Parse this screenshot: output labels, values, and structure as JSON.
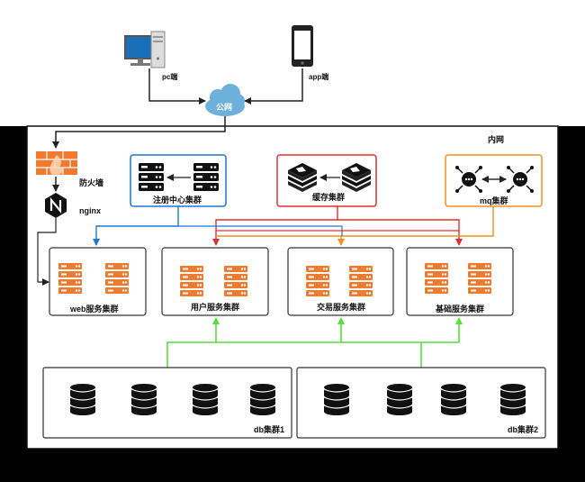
{
  "network": {
    "public_label": "公网",
    "internal_label": "内网",
    "pc_label": "pc端",
    "mobile_label": "app端",
    "firewall_label": "防火墙",
    "nginx_label": "nginx"
  },
  "clusters": {
    "registry": "注册中心集群",
    "cache": "缓存集群",
    "mq": "mq集群",
    "web": "web服务集群",
    "user": "用户服务集群",
    "trade": "交易服务集群",
    "base": "基础服务集群",
    "db1": "db集群1",
    "db2": "db集群2"
  },
  "colors": {
    "registry": "#1f77d0",
    "cache": "#e03030",
    "mq": "#f0901e",
    "db_link": "#55e03c",
    "server_orange": "#f07a30",
    "backdrop": "#000000",
    "frame": "#ffffff"
  },
  "icons": [
    "desktop-pc-icon",
    "mobile-phone-icon",
    "cloud-icon",
    "firewall-icon",
    "nginx-icon",
    "server-rack-icon",
    "redis-icon",
    "mq-network-icon",
    "database-icon"
  ]
}
